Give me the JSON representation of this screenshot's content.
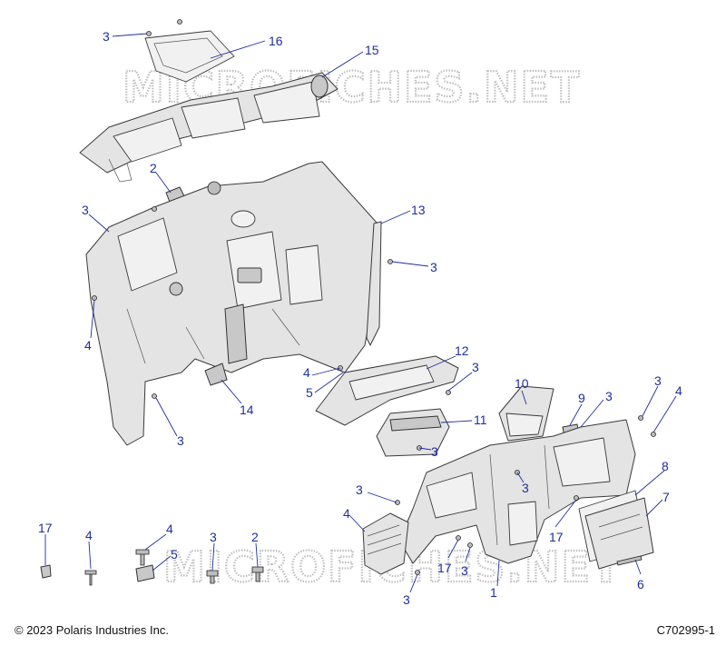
{
  "watermark": "MICROFICHES.NET",
  "copyright": "© 2023 Polaris Industries Inc.",
  "figure_id": "C702995-1",
  "colors": {
    "callout": "#1f2fa0",
    "part_fill": "#e4e4e4",
    "outline": "#3a3a3a"
  },
  "callouts": {
    "c1": "3",
    "c2": "16",
    "c3": "15",
    "c4": "2",
    "c5": "3",
    "c6": "13",
    "c7": "3",
    "c8": "4",
    "c9": "12",
    "c10": "3",
    "c11": "4",
    "c12": "5",
    "c13": "14",
    "c14": "3",
    "c15": "10",
    "c16": "9",
    "c17": "3",
    "c18": "3",
    "c19": "4",
    "c20": "11",
    "c21": "3",
    "c22": "8",
    "c23": "7",
    "c24": "3",
    "c25": "4",
    "c26": "3",
    "c27": "17",
    "c28": "3",
    "c29": "17",
    "c30": "1",
    "c31": "3",
    "c32": "6",
    "c33": "17",
    "c34": "4",
    "c35": "4",
    "c36": "5",
    "c37": "3",
    "c38": "2"
  }
}
